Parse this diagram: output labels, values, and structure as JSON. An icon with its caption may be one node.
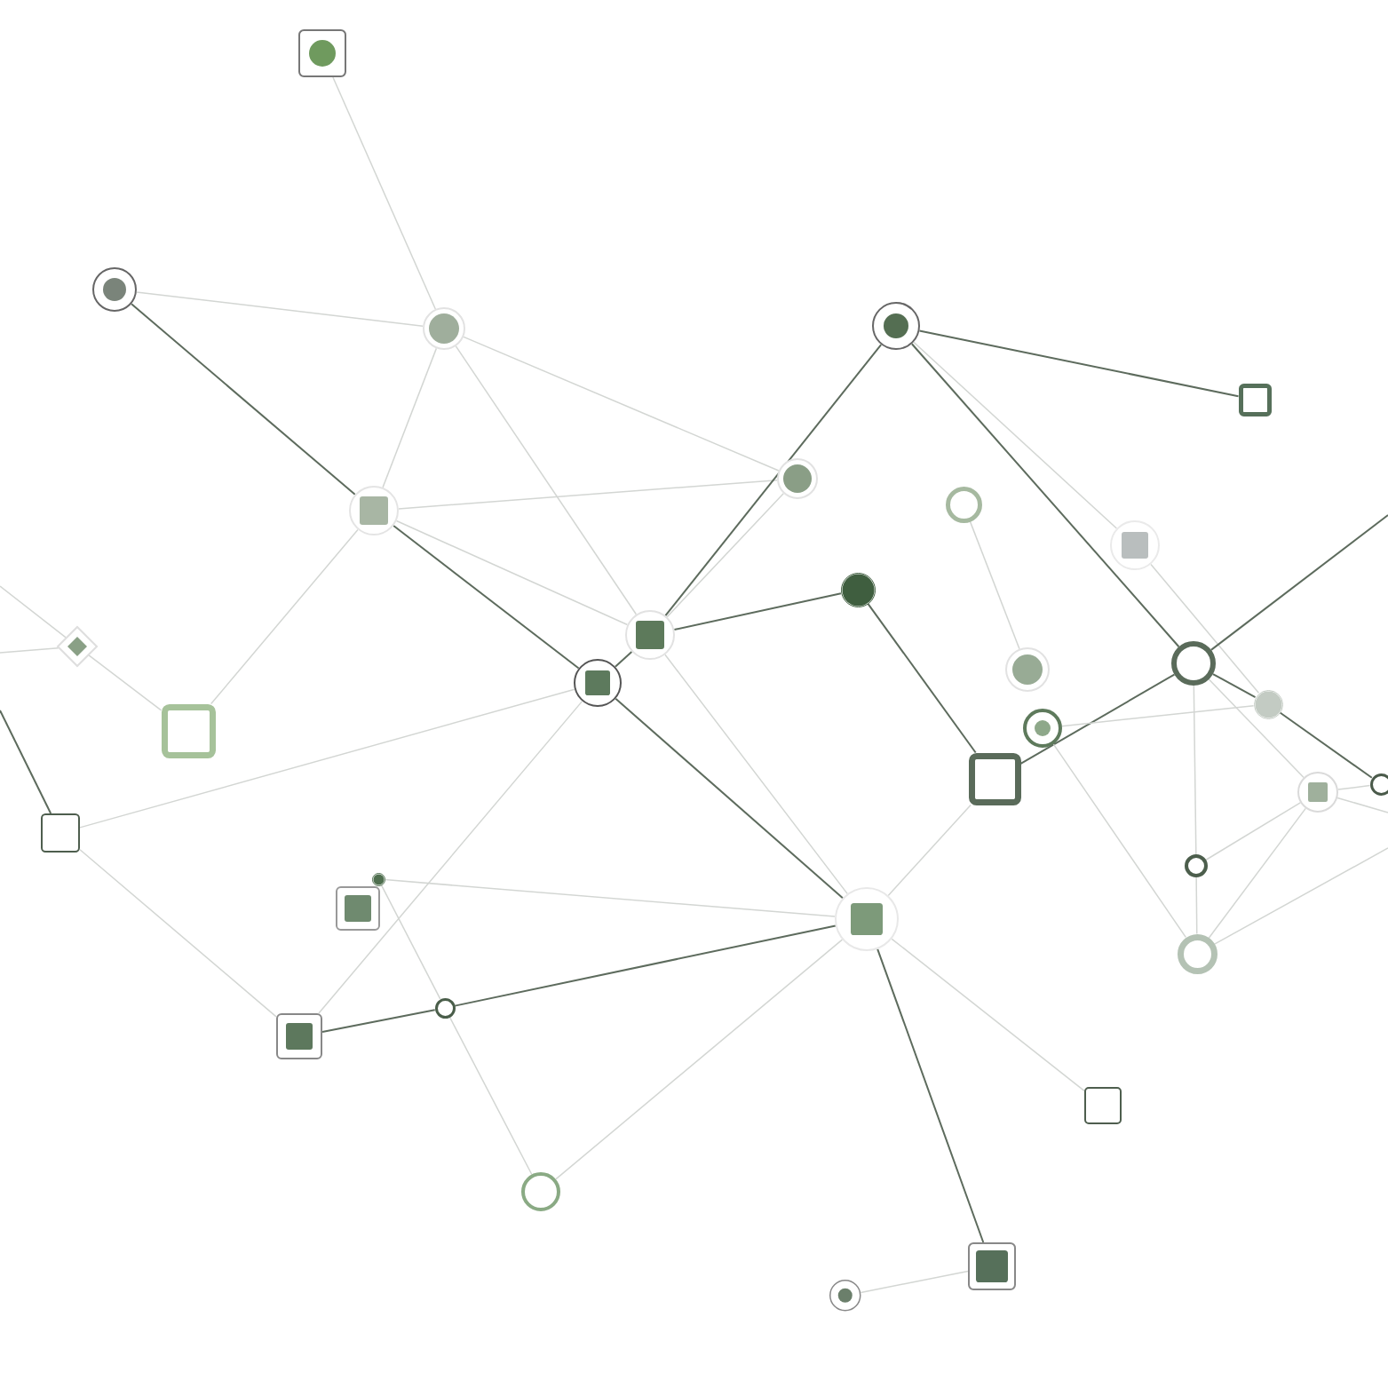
{
  "diagram": {
    "nodes": [
      {
        "text": [],
        "shape": "box"
      },
      {
        "text": [],
        "shape": "circle"
      },
      {
        "text": [],
        "shape": "circle"
      },
      {
        "text": [],
        "shape": "circle"
      },
      {
        "text": [],
        "shape": "box"
      },
      {
        "text": [],
        "shape": "circle"
      },
      {
        "text": [],
        "shape": "circle"
      },
      {
        "text": [],
        "shape": "circle"
      },
      {
        "text": [],
        "shape": "circle"
      },
      {
        "text": [],
        "shape": "circle"
      },
      {
        "text": [],
        "shape": "diamond"
      },
      {
        "text": [],
        "shape": "circle"
      },
      {
        "text": [],
        "shape": "circle"
      },
      {
        "text": [],
        "shape": "circle"
      },
      {
        "text": [],
        "shape": "circle"
      },
      {
        "text": [],
        "shape": "circle"
      },
      {
        "text": [],
        "shape": "circle"
      },
      {
        "text": [],
        "shape": "box"
      },
      {
        "text": [],
        "shape": "box"
      },
      {
        "text": [],
        "shape": "circle"
      },
      {
        "text": [],
        "shape": "circle"
      },
      {
        "text": [],
        "shape": "box"
      },
      {
        "text": [],
        "shape": "circle"
      },
      {
        "text": [],
        "shape": "circle"
      },
      {
        "text": [],
        "shape": "box"
      },
      {
        "text": [],
        "shape": "circle"
      },
      {
        "text": [],
        "shape": "circle"
      },
      {
        "text": [],
        "shape": "circle"
      },
      {
        "text": [],
        "shape": "box"
      },
      {
        "text": [],
        "shape": "box"
      },
      {
        "text": [],
        "shape": "circle"
      },
      {
        "text": [],
        "shape": "box"
      },
      {
        "text": [],
        "shape": "circle"
      }
    ],
    "edges": [
      {
        "from": 0,
        "to": 2,
        "arrow": "none"
      },
      {
        "from": 1,
        "to": 2,
        "arrow": "none"
      },
      {
        "from": 1,
        "to": 7,
        "arrow": "none",
        "color": "#5d6b5d"
      },
      {
        "from": 2,
        "to": 7,
        "arrow": "none"
      },
      {
        "from": 2,
        "to": 11,
        "arrow": "none"
      },
      {
        "from": 2,
        "to": 5,
        "arrow": "none"
      },
      {
        "from": 7,
        "to": 5,
        "arrow": "none"
      },
      {
        "from": 7,
        "to": 17,
        "arrow": "none"
      },
      {
        "from": 7,
        "to": 11,
        "arrow": "none"
      },
      {
        "from": 3,
        "to": 11,
        "arrow": "none",
        "color": "#5d6b5d"
      },
      {
        "from": 3,
        "to": 4,
        "arrow": "none",
        "color": "#5d6b5d"
      },
      {
        "from": 3,
        "to": 12,
        "arrow": "none",
        "color": "#5d6b5d"
      },
      {
        "from": 3,
        "to": 8,
        "arrow": "none"
      },
      {
        "from": 8,
        "to": 15,
        "arrow": "none"
      },
      {
        "from": 5,
        "to": 11,
        "arrow": "none"
      },
      {
        "from": 11,
        "to": 9,
        "arrow": "none",
        "color": "#5d6b5d"
      },
      {
        "from": 9,
        "to": 18,
        "arrow": "none",
        "color": "#5d6b5d"
      },
      {
        "from": 11,
        "to": 25,
        "arrow": "none"
      },
      {
        "from": 14,
        "to": 21,
        "arrow": "none"
      },
      {
        "from": 14,
        "to": 25,
        "arrow": "none",
        "color": "#5d6b5d"
      },
      {
        "from": 14,
        "to": 28,
        "arrow": "none"
      },
      {
        "from": 6,
        "to": 13,
        "arrow": "none"
      },
      {
        "from": 12,
        "to": 18,
        "arrow": "none",
        "color": "#5d6b5d"
      },
      {
        "from": 16,
        "to": 15,
        "arrow": "none"
      },
      {
        "from": 16,
        "to": 26,
        "arrow": "none"
      },
      {
        "from": 12,
        "to": 15,
        "arrow": "none",
        "color": "#5d6b5d"
      },
      {
        "from": 12,
        "to": 22,
        "arrow": "none"
      },
      {
        "from": 12,
        "to": 20,
        "arrow": "none"
      },
      {
        "from": 20,
        "to": 19,
        "arrow": "none"
      },
      {
        "from": 20,
        "to": 22,
        "arrow": "none"
      },
      {
        "from": 20,
        "to": 26,
        "arrow": "none"
      },
      {
        "from": 22,
        "to": 26,
        "arrow": "none"
      },
      {
        "from": 10,
        "to": 17,
        "arrow": "none"
      },
      {
        "from": 21,
        "to": 28,
        "arrow": "none"
      },
      {
        "from": 18,
        "to": 25,
        "arrow": "none"
      },
      {
        "from": 23,
        "to": 25,
        "arrow": "none"
      },
      {
        "from": 23,
        "to": 27,
        "arrow": "none"
      },
      {
        "from": 27,
        "to": 28,
        "arrow": "none",
        "color": "#5d6b5d"
      },
      {
        "from": 27,
        "to": 25,
        "arrow": "none",
        "color": "#5d6b5d"
      },
      {
        "from": 27,
        "to": 30,
        "arrow": "none"
      },
      {
        "from": 25,
        "to": 30,
        "arrow": "none"
      },
      {
        "from": 25,
        "to": 29,
        "arrow": "none"
      },
      {
        "from": 25,
        "to": 31,
        "arrow": "none",
        "color": "#5d6b5d"
      },
      {
        "from": 31,
        "to": 32,
        "arrow": "none"
      },
      {
        "from": null,
        "to": 10,
        "arrow": "none"
      },
      {
        "from": null,
        "to": 10,
        "arrow": "none"
      },
      {
        "from": null,
        "to": 21,
        "arrow": "none",
        "color": "#5d6b5d"
      },
      {
        "from": 12,
        "to": null,
        "arrow": "none",
        "color": "#5d6b5d"
      },
      {
        "from": 20,
        "to": null,
        "arrow": "none"
      },
      {
        "from": 26,
        "to": null,
        "arrow": "none"
      },
      {
        "from": 7,
        "to": 14,
        "arrow": "none",
        "color": "#5d6b5d"
      },
      {
        "from": 11,
        "to": 14,
        "arrow": "none",
        "color": "#5d6b5d"
      },
      {
        "from": 15,
        "to": 19,
        "arrow": "none",
        "color": "#5d6b5d"
      }
    ]
  }
}
